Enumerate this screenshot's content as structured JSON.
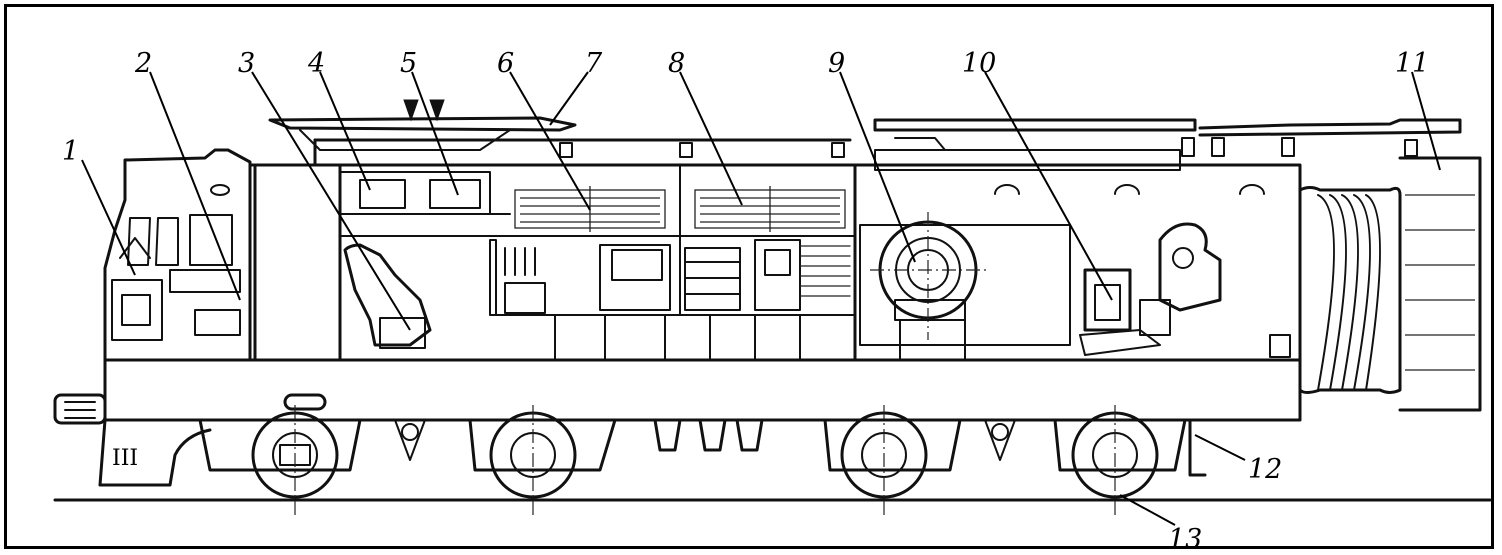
{
  "callouts": [
    {
      "id": "1",
      "text": "1"
    },
    {
      "id": "2",
      "text": "2"
    },
    {
      "id": "3",
      "text": "3"
    },
    {
      "id": "4",
      "text": "4"
    },
    {
      "id": "5",
      "text": "5"
    },
    {
      "id": "6",
      "text": "6"
    },
    {
      "id": "7",
      "text": "7"
    },
    {
      "id": "8",
      "text": "8"
    },
    {
      "id": "9",
      "text": "9"
    },
    {
      "id": "10",
      "text": "10"
    },
    {
      "id": "11",
      "text": "11"
    },
    {
      "id": "12",
      "text": "12"
    },
    {
      "id": "13",
      "text": "13"
    }
  ],
  "cab_marking": "III"
}
